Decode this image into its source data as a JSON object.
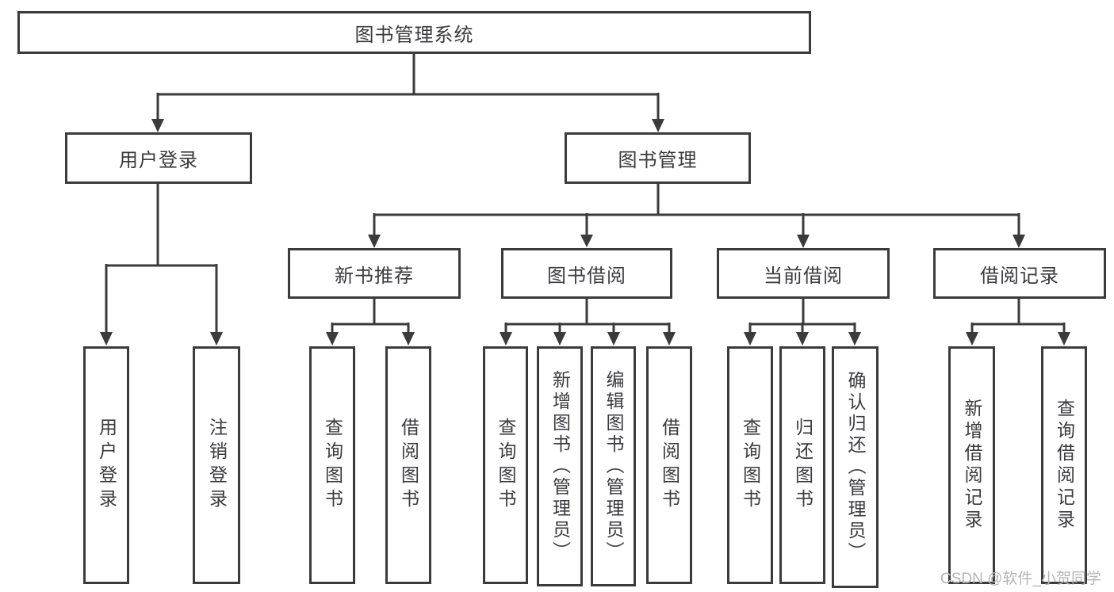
{
  "diagram": {
    "title": "图书管理系统",
    "colors": {
      "line": "#3b3b3b",
      "box_border": "#3b3b3b",
      "text": "#3a3a40",
      "watermark_text": "#b5b5b5",
      "background": "#ffffff"
    },
    "nodes": {
      "root": "图书管理系统",
      "user_login": "用户登录",
      "book_mgmt": "图书管理",
      "new_book_rec": "新书推荐",
      "book_borrow": "图书借阅",
      "current_borrow": "当前借阅",
      "borrow_records": "借阅记录",
      "leaf_user_login": "用户登录",
      "leaf_logout": "注销登录",
      "leaf_nbr_query_books": "查询图书",
      "leaf_nbr_borrow_books": "借阅图书",
      "leaf_bb_query_books": "查询图书",
      "leaf_bb_add_books_admin": "新增图书（管理员）",
      "leaf_bb_edit_books_admin": "编辑图书（管理员）",
      "leaf_bb_borrow_books": "借阅图书",
      "leaf_cb_query_books": "查询图书",
      "leaf_cb_return_books": "归还图书",
      "leaf_cb_confirm_return_admin": "确认归还（管理员）",
      "leaf_br_add_record": "新增借阅记录",
      "leaf_br_query_record": "查询借阅记录"
    },
    "watermark": "CSDN @软件_小贺同学"
  }
}
